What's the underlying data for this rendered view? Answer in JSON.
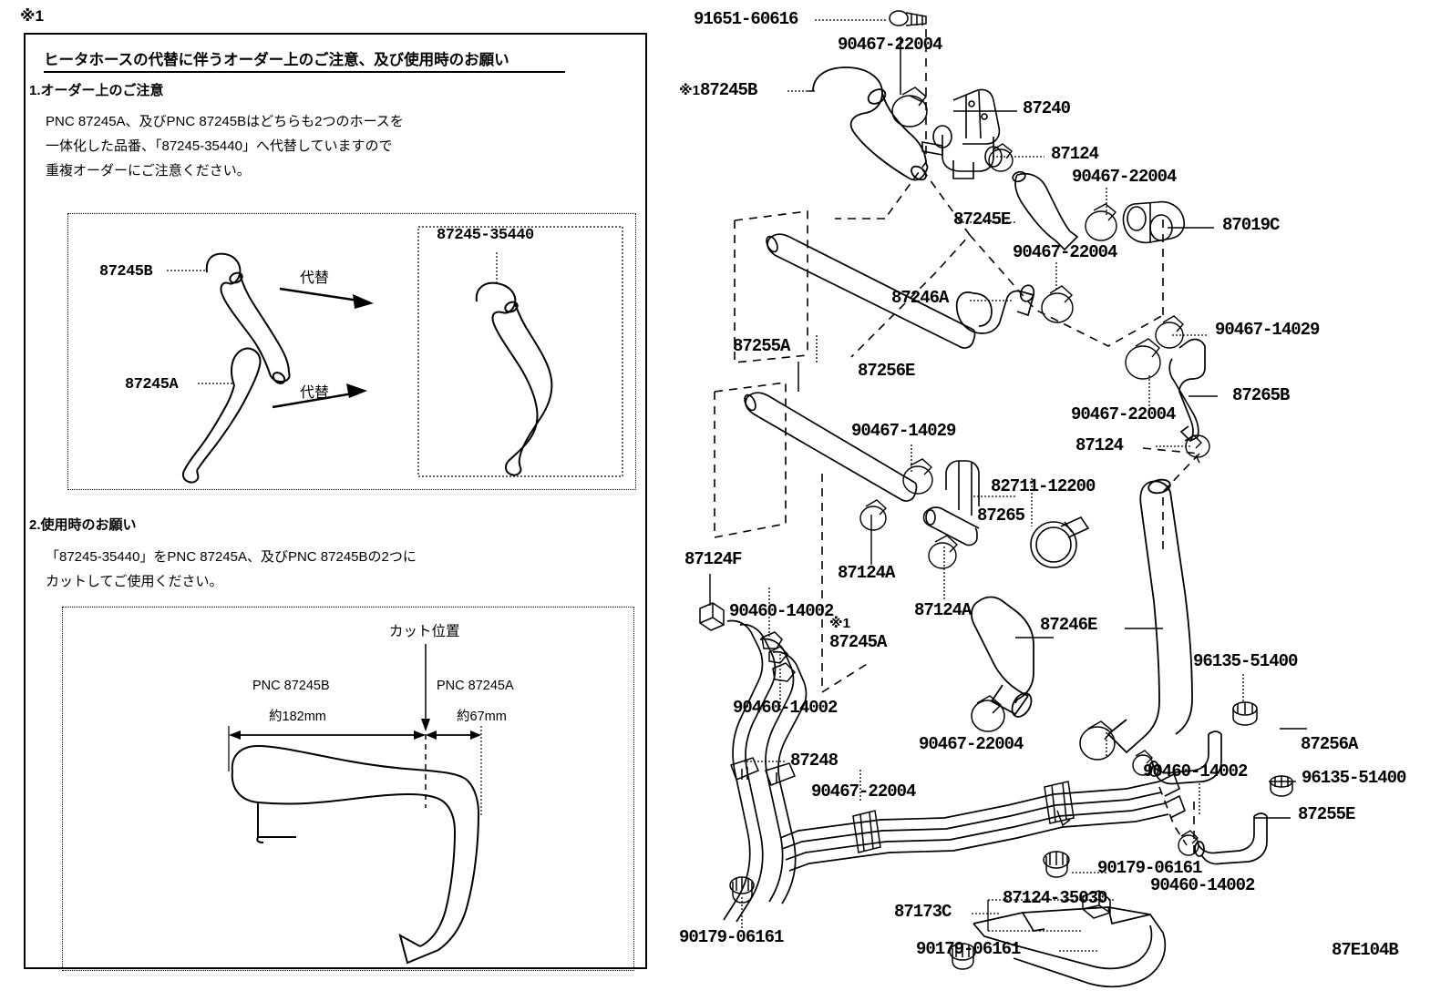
{
  "diagram": {
    "code": "87E104B",
    "note_marker": "※1"
  },
  "notice": {
    "marker": "※1",
    "title": "ヒータホースの代替に伴うオーダー上のご注意、及び使用時のお願い",
    "section1_heading": "1.オーダー上のご注意",
    "section1_lines": [
      "PNC 87245A、及びPNC 87245Bはどちらも2つのホースを",
      "一体化した品番、「87245-35440」へ代替していますので",
      "重複オーダーにご注意ください。"
    ],
    "section2_heading": "2.使用時のお願い",
    "section2_lines": [
      "「87245-35440」をPNC 87245A、及びPNC 87245Bの2つに",
      "カットしてご使用ください。"
    ],
    "fig1": {
      "old_part_b": "87245B",
      "old_part_a": "87245A",
      "arrow_label_1": "代替",
      "arrow_label_2": "代替",
      "new_part": "87245-35440"
    },
    "fig2": {
      "cut_label": "カット位置",
      "left_part": "PNC 87245B",
      "left_length": "約182mm",
      "right_part": "PNC 87245A",
      "right_length": "約67mm"
    }
  },
  "parts": [
    {
      "id": "p01",
      "label": "91651-60616"
    },
    {
      "id": "p02",
      "label": "90467-22004"
    },
    {
      "id": "p03",
      "label": "87245B",
      "prefix": "※1"
    },
    {
      "id": "p04",
      "label": "87240"
    },
    {
      "id": "p05",
      "label": "87124"
    },
    {
      "id": "p06",
      "label": "90467-22004"
    },
    {
      "id": "p07",
      "label": "87245E"
    },
    {
      "id": "p08",
      "label": "87019C"
    },
    {
      "id": "p09",
      "label": "90467-22004"
    },
    {
      "id": "p10",
      "label": "87246A"
    },
    {
      "id": "p11",
      "label": "87255A"
    },
    {
      "id": "p12",
      "label": "87256E"
    },
    {
      "id": "p13",
      "label": "90467-14029"
    },
    {
      "id": "p14",
      "label": "87265B"
    },
    {
      "id": "p15",
      "label": "90467-22004"
    },
    {
      "id": "p16",
      "label": "87124"
    },
    {
      "id": "p17",
      "label": "90467-14029"
    },
    {
      "id": "p18",
      "label": "82711-12200"
    },
    {
      "id": "p19",
      "label": "87265"
    },
    {
      "id": "p20",
      "label": "87124A"
    },
    {
      "id": "p21",
      "label": "87124A"
    },
    {
      "id": "p22",
      "label": "87124F"
    },
    {
      "id": "p23",
      "label": "90460-14002"
    },
    {
      "id": "p24",
      "label": "90460-14002"
    },
    {
      "id": "p25",
      "label": "87245A",
      "prefix": "※1"
    },
    {
      "id": "p26",
      "label": "87246E"
    },
    {
      "id": "p27",
      "label": "96135-51400"
    },
    {
      "id": "p28",
      "label": "87256A"
    },
    {
      "id": "p29",
      "label": "87248"
    },
    {
      "id": "p30",
      "label": "90467-22004"
    },
    {
      "id": "p31",
      "label": "90467-22004"
    },
    {
      "id": "p32",
      "label": "90460-14002"
    },
    {
      "id": "p33",
      "label": "96135-51400"
    },
    {
      "id": "p34",
      "label": "87255E"
    },
    {
      "id": "p35",
      "label": "90460-14002"
    },
    {
      "id": "p36",
      "label": "90179-06161"
    },
    {
      "id": "p37",
      "label": "90179-06161"
    },
    {
      "id": "p38",
      "label": "87173C"
    },
    {
      "id": "p39",
      "label": "87124-35030"
    },
    {
      "id": "p40",
      "label": "90179-06161"
    }
  ]
}
